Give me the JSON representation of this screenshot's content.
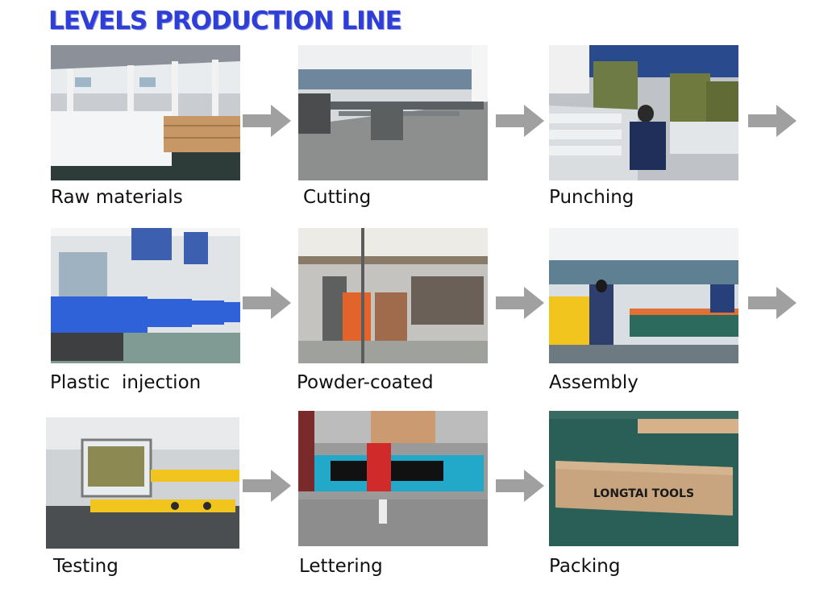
{
  "title": "LEVELS PRODUCTION LINE",
  "steps": [
    {
      "label": "Raw materials"
    },
    {
      "label": "Cutting"
    },
    {
      "label": "Punching"
    },
    {
      "label": "Plastic  injection"
    },
    {
      "label": "Powder-coated"
    },
    {
      "label": "Assembly"
    },
    {
      "label": "Testing"
    },
    {
      "label": "Lettering"
    },
    {
      "label": "Packing"
    }
  ],
  "box_text": "LONGTAI TOOLS",
  "colors": {
    "title": "#2f3fd6",
    "arrow": "#a0a0a0",
    "floor_green": "#2c6a5e",
    "machine_blue": "#2f62d8",
    "booth_orange": "#e2642b",
    "level_yellow": "#f2c51e"
  },
  "icons": [
    "arrow-right-icon"
  ]
}
